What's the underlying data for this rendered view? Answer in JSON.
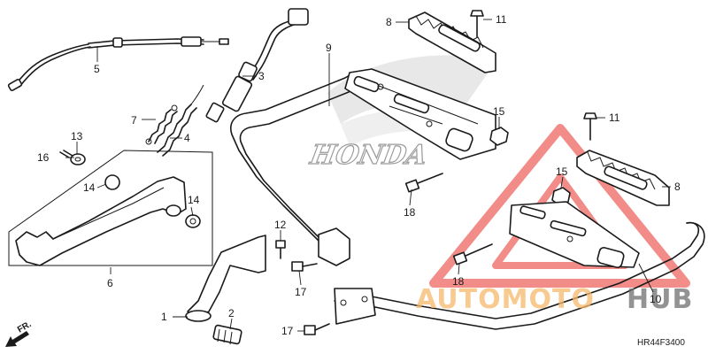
{
  "diagram_code": "HR44F3400",
  "direction_label": "FR.",
  "brand_mark_text": "HONDA",
  "watermark": {
    "part1": "AUTOMOTO",
    "part2": "HUB",
    "color": "#f6b96a",
    "hub_color": "#6f6f6f",
    "triangle_color": "#e8302a"
  },
  "callouts": {
    "c1": "1",
    "c2": "2",
    "c3": "3",
    "c4": "4",
    "c5": "5",
    "c6": "6",
    "c7": "7",
    "c8a": "8",
    "c8b": "8",
    "c9": "9",
    "c10": "10",
    "c11a": "11",
    "c11b": "11",
    "c12": "12",
    "c13": "13",
    "c14a": "14",
    "c14b": "14",
    "c15a": "15",
    "c15b": "15",
    "c16": "16",
    "c17a": "17",
    "c17b": "17",
    "c18a": "18",
    "c18b": "18"
  }
}
